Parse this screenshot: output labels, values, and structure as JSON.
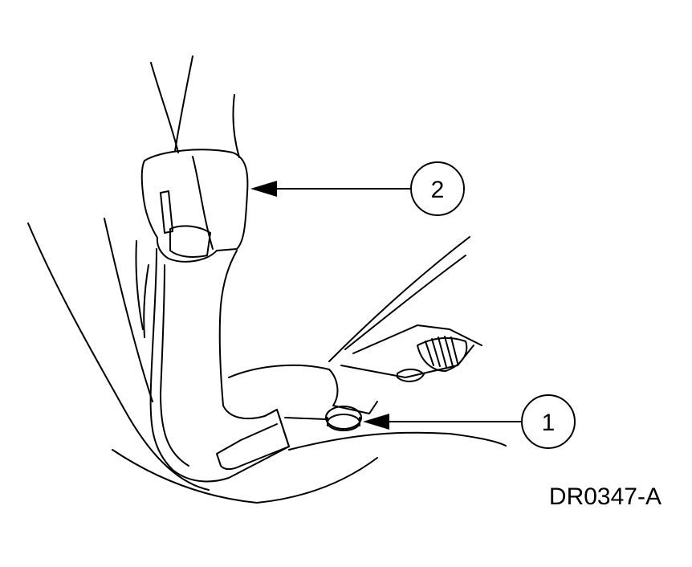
{
  "colors": {
    "line": "#000000",
    "background": "#ffffff"
  },
  "callouts": [
    {
      "number": "1",
      "label_target": "retractor-bolt"
    },
    {
      "number": "2",
      "label_target": "retractor-cover"
    }
  ],
  "figure_id": "DR0347-A"
}
